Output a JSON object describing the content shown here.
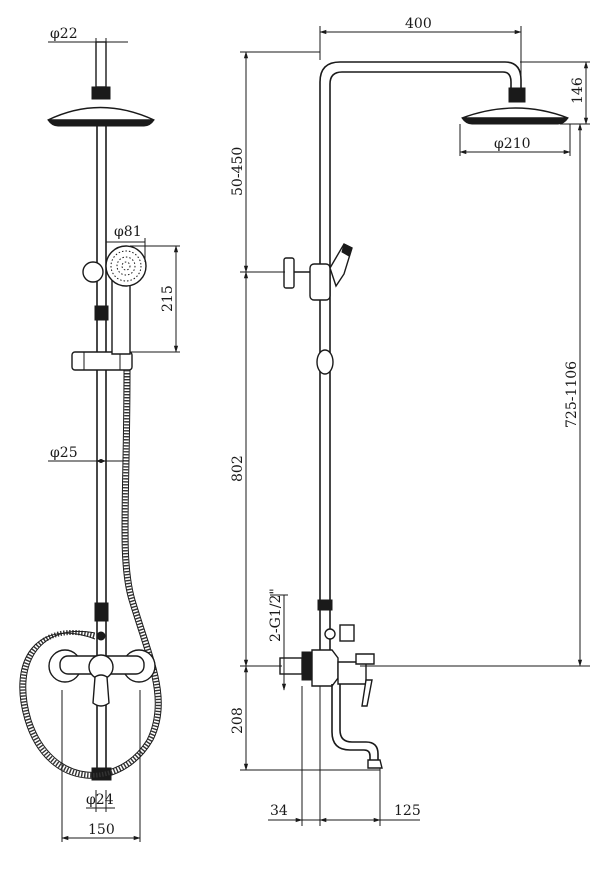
{
  "front_view": {
    "dim_arm_diameter": "φ22",
    "dim_handshower_diameter": "φ81",
    "dim_handshower_length": "215",
    "dim_pipe_diameter": "φ25",
    "dim_spout_diameter": "φ24",
    "dim_mixer_width": "150"
  },
  "side_view": {
    "dim_arm_reach": "400",
    "dim_head_drop": "146",
    "dim_head_diameter": "φ210",
    "dim_adjust_range": "50-450",
    "dim_total_height_range": "725-1106",
    "dim_rail_height": "802",
    "dim_connection": "2-G1/2\"",
    "dim_spout_drop": "208",
    "dim_wall_offset": "34",
    "dim_spout_reach": "125"
  }
}
